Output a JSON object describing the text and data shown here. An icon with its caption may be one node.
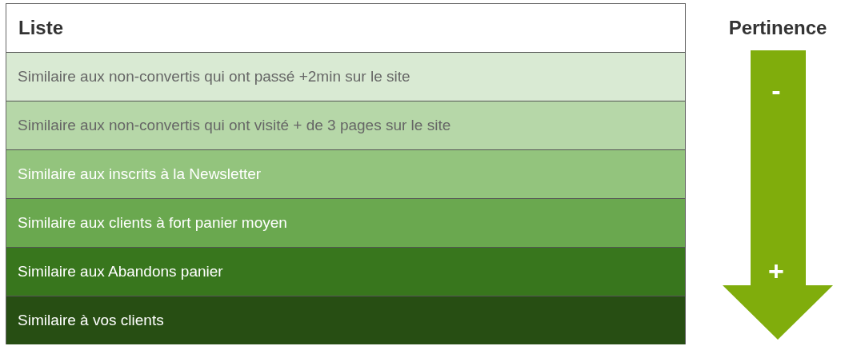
{
  "diagram": {
    "nodes": [
      {
        "text": [
          "Liste"
        ]
      },
      {
        "text": [
          "Similaire aux non-convertis qui ont passé +2min sur le site"
        ],
        "in": 0
      },
      {
        "text": [
          "Similaire aux non-convertis qui ont visité + de 3 pages sur le site"
        ],
        "in": 0
      },
      {
        "text": [
          "Similaire aux inscrits à la Newsletter"
        ],
        "in": 0
      },
      {
        "text": [
          "Similaire aux clients à fort panier moyen"
        ],
        "in": 0
      },
      {
        "text": [
          "Similaire aux Abandons panier"
        ],
        "in": 0
      },
      {
        "text": [
          "Similaire à vos clients"
        ],
        "in": 0
      },
      {
        "text": [
          "Pertinence",
          "-",
          "+"
        ]
      }
    ]
  }
}
